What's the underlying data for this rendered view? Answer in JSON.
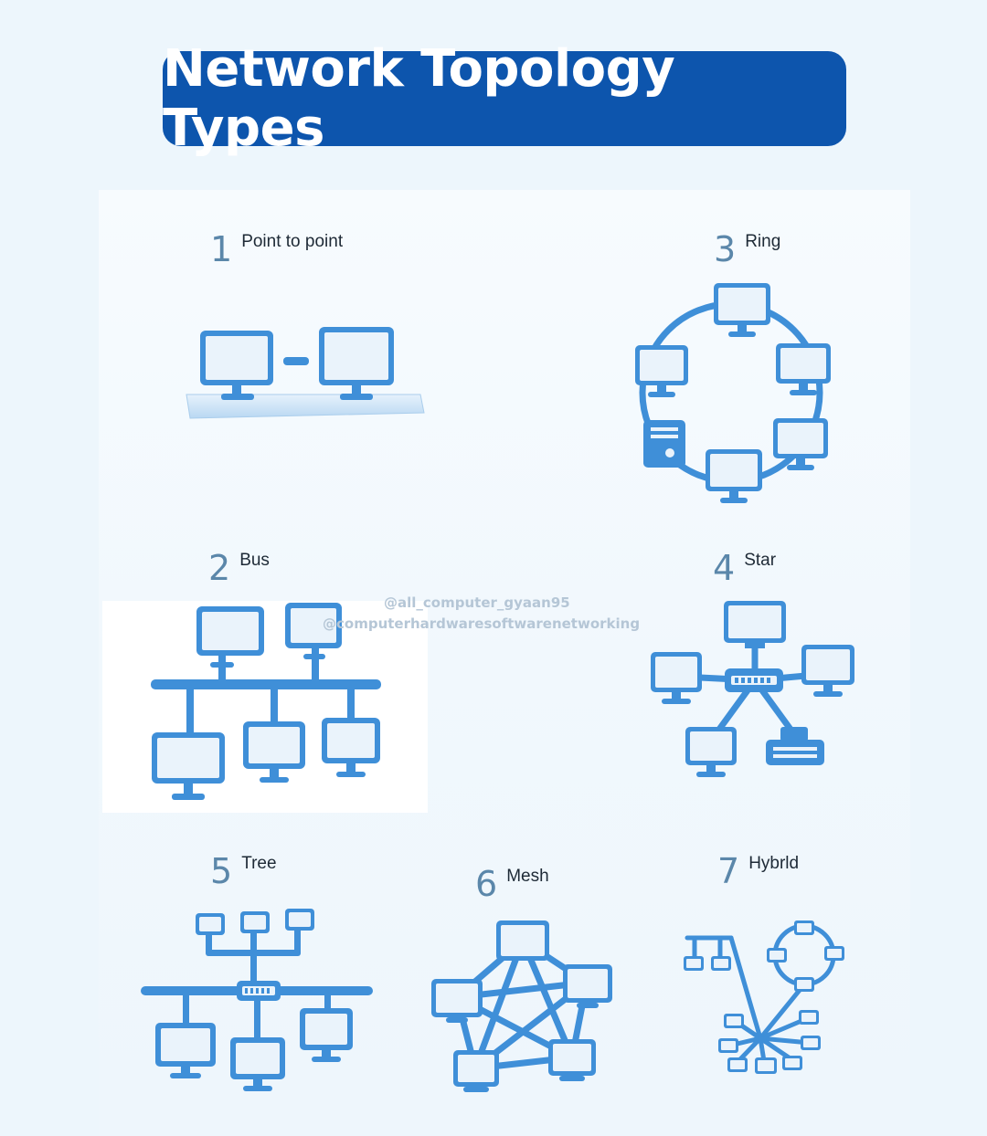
{
  "header": {
    "title": "Network Topology Types"
  },
  "topologies": [
    {
      "number": "1",
      "name": "Point to point"
    },
    {
      "number": "2",
      "name": "Bus"
    },
    {
      "number": "3",
      "name": "Ring"
    },
    {
      "number": "4",
      "name": "Star"
    },
    {
      "number": "5",
      "name": "Tree"
    },
    {
      "number": "6",
      "name": "Mesh"
    },
    {
      "number": "7",
      "name": "Hybrld"
    }
  ],
  "watermarks": {
    "line1": "@all_computer_gyaan95",
    "line2": "@computerhardwaresoftwarenetworking"
  },
  "colors": {
    "title_bg": "#0d55ad",
    "device_blue": "#3f8fd8",
    "screen": "#eaf3fb"
  }
}
